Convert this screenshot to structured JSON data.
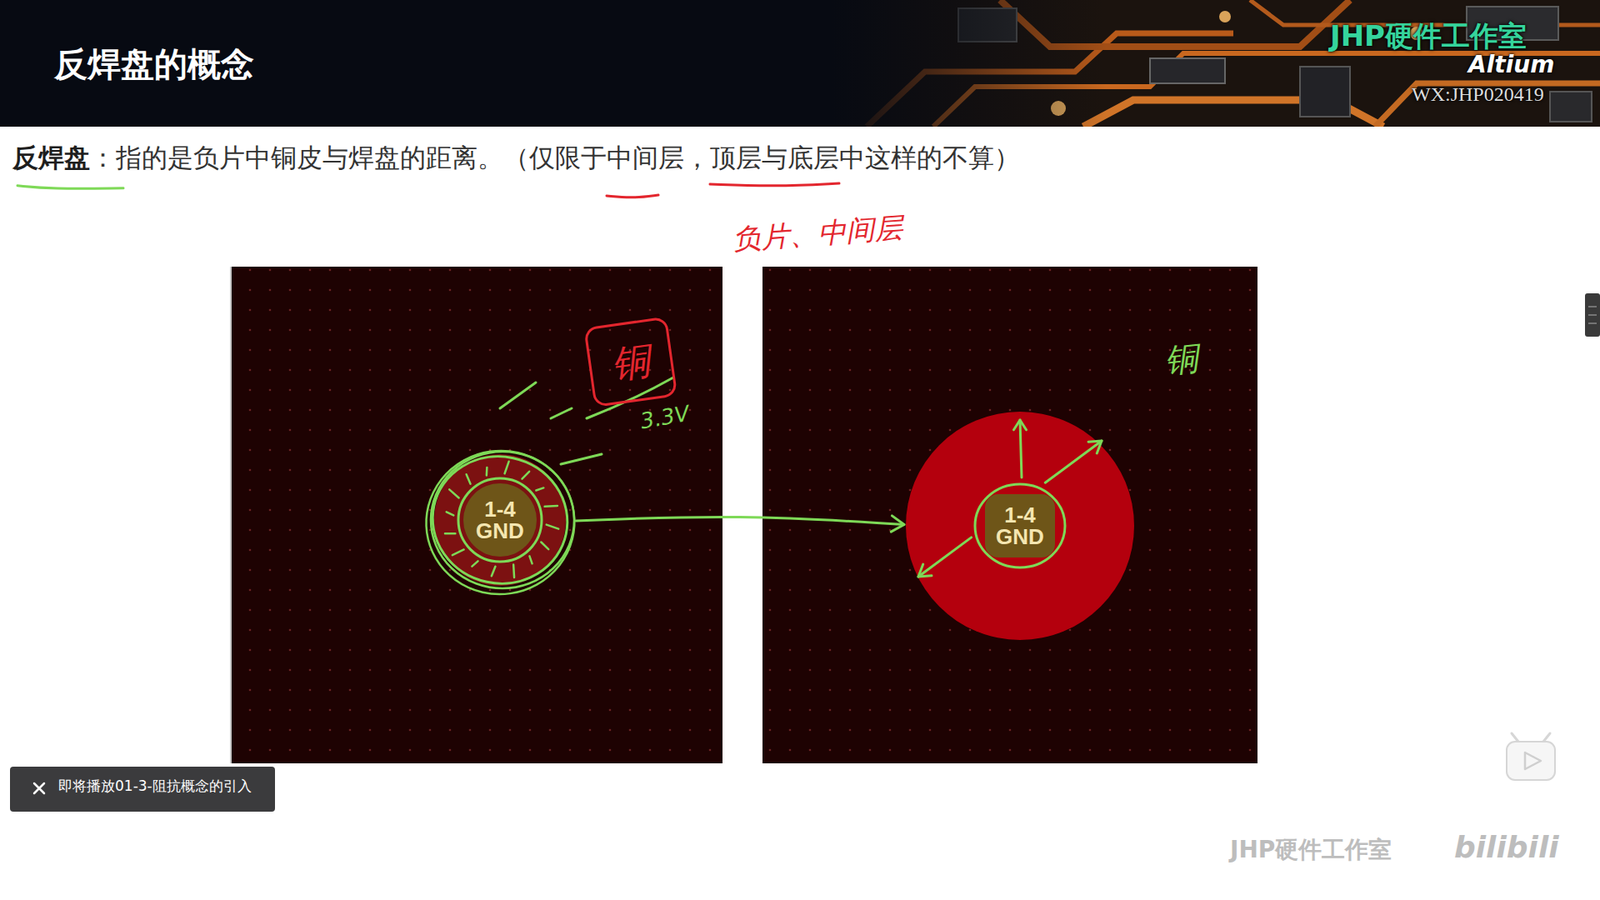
{
  "diagram": {
    "title": "反焊盘的概念",
    "nodes": [
      {
        "text": [
          "1-4",
          "GND"
        ]
      },
      {
        "text": [
          "1-4",
          "GND"
        ]
      }
    ],
    "edges": [
      {
        "from": 0,
        "to": 1,
        "arrow": "to"
      }
    ],
    "labels": [
      "反焊盘",
      "：指的是负片中铜皮与焊盘的距离。（仅限于中间层，顶层与底层中这样的不算）",
      "负片、中间层",
      "铜",
      "3.3V",
      "铜",
      "JHP硬件工作室",
      "Altium",
      "WX:JHP020419",
      "即将播放01-3-阻抗概念的引入",
      "JHP硬件工作室",
      "bilibili"
    ]
  }
}
